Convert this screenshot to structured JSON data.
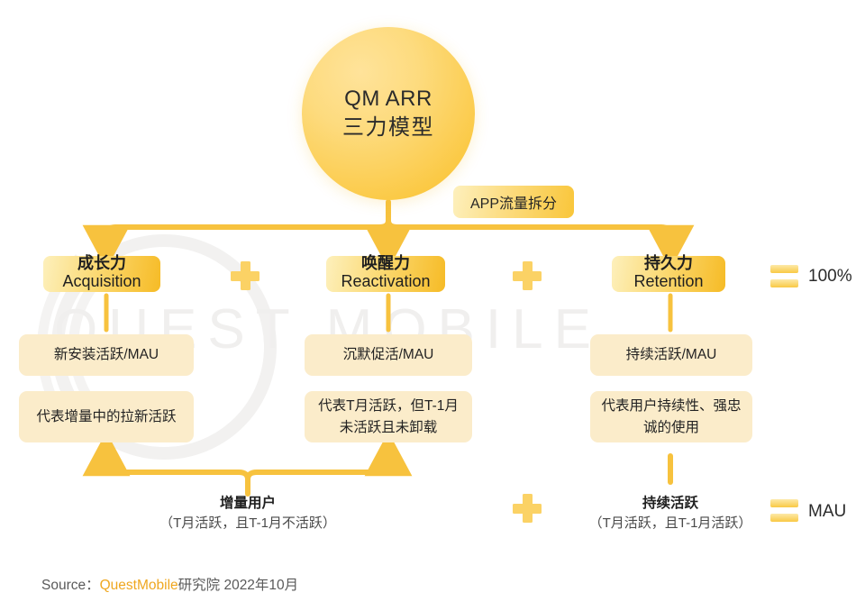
{
  "hero": {
    "line1": "QM ARR",
    "line2": "三力模型"
  },
  "badge": {
    "label": "APP流量拆分"
  },
  "pillars": [
    {
      "cn": "成长力",
      "en": "Acquisition",
      "metric": "新安装活跃/MAU",
      "desc": "代表增量中的拉新活跃"
    },
    {
      "cn": "唤醒力",
      "en": "Reactivation",
      "metric": "沉默促活/MAU",
      "desc": "代表T月活跃，但T-1月未活跃且未卸载"
    },
    {
      "cn": "持久力",
      "en": "Retention",
      "metric": "持续活跃/MAU",
      "desc": "代表用户持续性、强忠诚的使用"
    }
  ],
  "operators": {
    "plus_1": "+",
    "plus_2": "+",
    "plus_3": "+",
    "equals_1": "=",
    "equals_2": "="
  },
  "totals": {
    "percent": "100%",
    "mau": "MAU"
  },
  "summaries": [
    {
      "title": "增量用户",
      "sub": "（T月活跃，且T-1月不活跃）"
    },
    {
      "title": "持续活跃",
      "sub": "（T月活跃，且T-1月活跃）"
    }
  ],
  "footer": {
    "prefix": "Source：",
    "brand": "QuestMobile",
    "suffix": "研究院 2022年10月"
  },
  "watermark": {
    "text": "QUEST MOBILE"
  },
  "colors": {
    "accent_gold": "#f6bb26",
    "soft_cream": "#fbecca",
    "line_gold": "#f7c23e",
    "brand_orange": "#efa720",
    "text_dark": "#1f1f1f"
  }
}
